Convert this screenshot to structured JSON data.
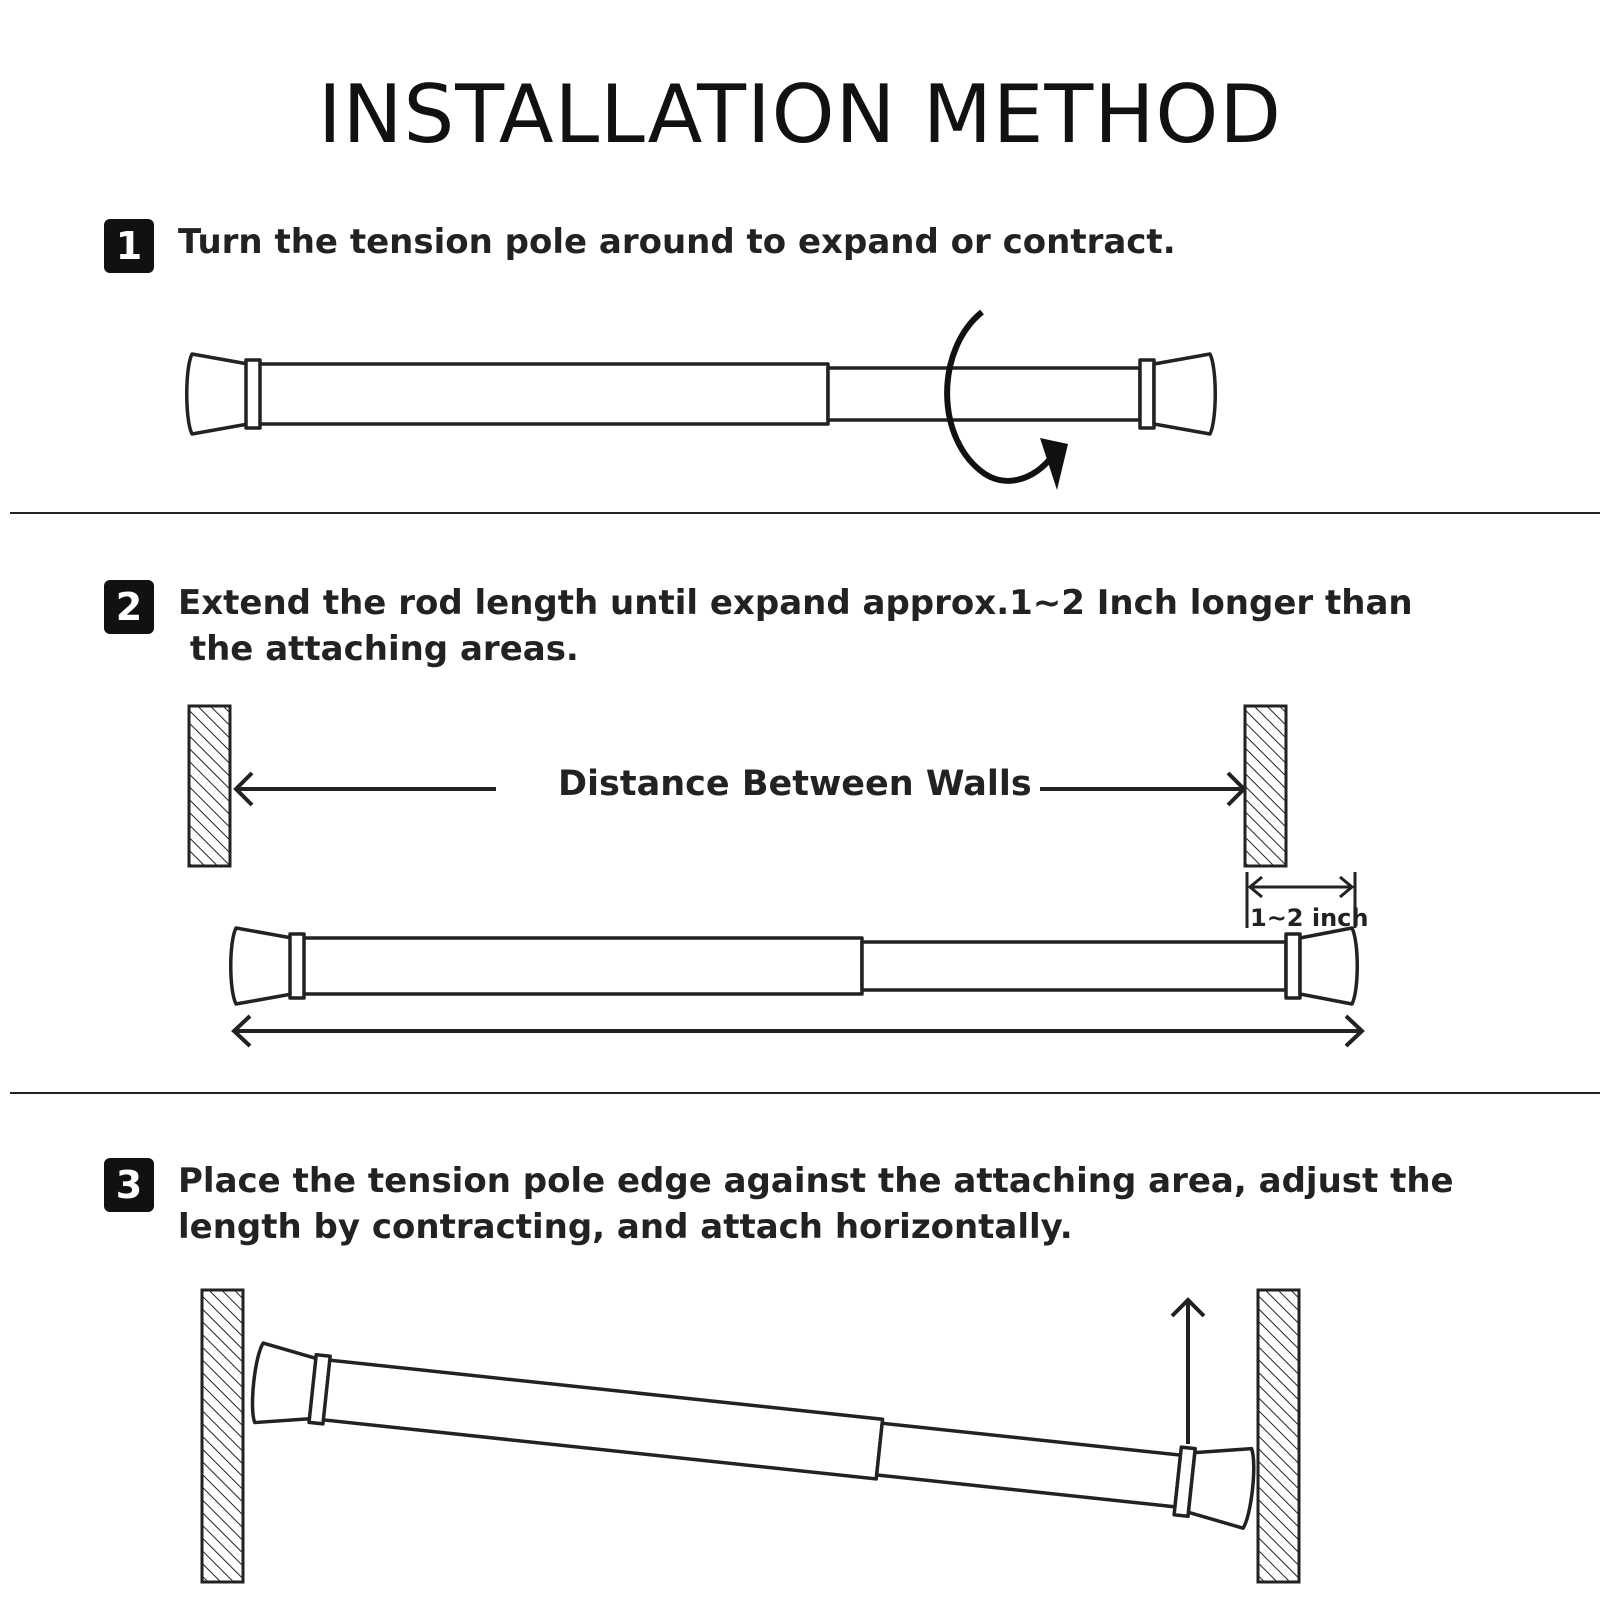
{
  "title": "INSTALLATION METHOD",
  "steps": [
    {
      "number": "1",
      "line1": "Turn the tension pole around to expand or contract.",
      "line2": ""
    },
    {
      "number": "2",
      "line1": "Extend the rod length until expand approx.1~2 Inch longer than",
      "line2": " the attaching areas."
    },
    {
      "number": "3",
      "line1": "Place the tension pole edge against the attaching area, adjust the",
      "line2": "length by contracting, and attach horizontally."
    }
  ],
  "labels": {
    "distance": "Distance Between Walls",
    "extra": "1~2 inch"
  }
}
